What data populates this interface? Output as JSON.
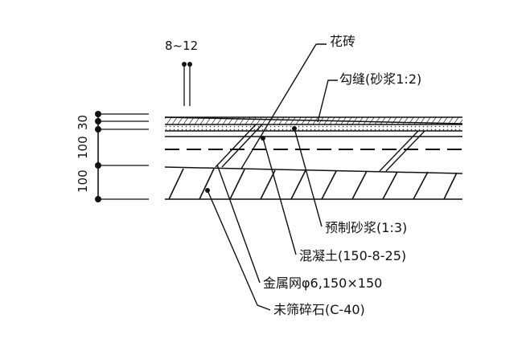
{
  "labels": {
    "tile": "花砖",
    "joint": "勾缝(砂浆1:2)",
    "mortar": "预制砂浆(1:3)",
    "concrete": "混凝土(150-8-25)",
    "mesh": "金属网φ6,150×150",
    "gravel": "未筛碎石(C-40)"
  },
  "dimensions": {
    "gap": "8~12",
    "d30": "30",
    "d100a": "100",
    "d100b": "100"
  }
}
